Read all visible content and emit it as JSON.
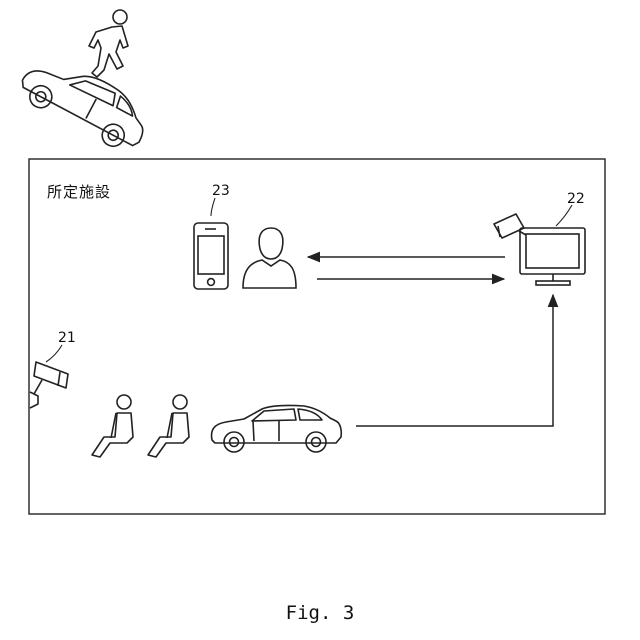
{
  "facility": {
    "label": "所定施設"
  },
  "refs": {
    "smartphone": "23",
    "display": "22",
    "camera": "21"
  },
  "figure": {
    "caption": "Fig. 3"
  },
  "colors": {
    "stroke": "#222222",
    "background": "#ffffff"
  },
  "icons": [
    "pedestrian-icon",
    "car-icon",
    "smartphone-icon",
    "person-icon",
    "camera-icon",
    "monitor-icon",
    "seated-person-icon",
    "arrow-icon"
  ]
}
